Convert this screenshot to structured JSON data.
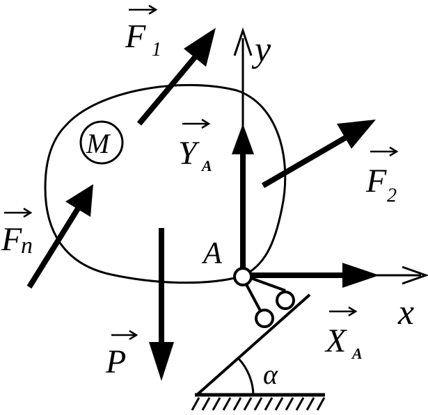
{
  "figure": {
    "stroke_color": "#000000",
    "background": "#ffffff",
    "labels": {
      "F1": {
        "main": "F",
        "sub": "1"
      },
      "F2": {
        "main": "F",
        "sub": "2"
      },
      "Fn": {
        "main": "F",
        "sub": "n"
      },
      "YA": {
        "main": "Y",
        "sub": "A"
      },
      "XA": {
        "main": "X",
        "sub": "A"
      },
      "P": {
        "main": "P"
      },
      "M": "M",
      "A": "A",
      "x_axis": "x",
      "y_axis": "y",
      "alpha": "α"
    }
  }
}
